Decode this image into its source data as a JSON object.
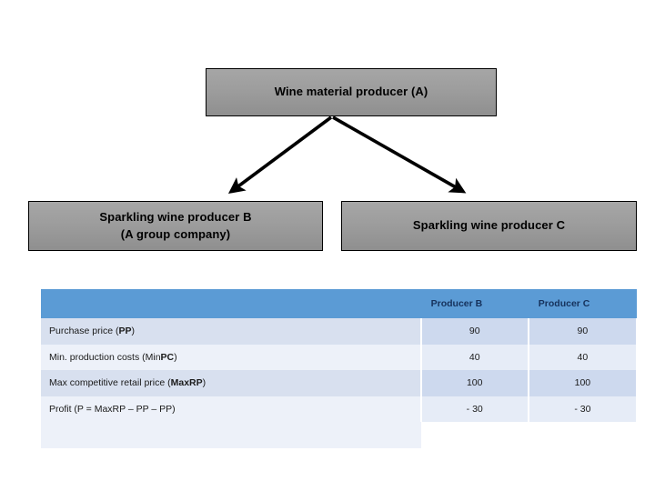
{
  "diagram": {
    "boxes": [
      {
        "id": "a",
        "label": "Wine material producer (A)"
      },
      {
        "id": "b",
        "label": "Sparkling wine producer  B\n(A group company)"
      },
      {
        "id": "c",
        "label": "Sparkling wine producer C"
      }
    ],
    "arrows": [
      {
        "name": "arrow-a-to-b",
        "from": "a",
        "to": "b"
      },
      {
        "name": "arrow-a-to-c",
        "from": "a",
        "to": "c"
      }
    ],
    "box_fill": "#9d9d9d",
    "box_border": "#000000",
    "arrow_color": "#000000"
  },
  "table": {
    "columns": [
      "",
      "Producer B",
      "Producer C"
    ],
    "rows": [
      {
        "label_plain": "Purchase price (PP)",
        "label_prefix": "Purchase price (",
        "label_bold": "PP",
        "label_suffix": ")",
        "producer_b": "90",
        "producer_c": "90",
        "negative": false
      },
      {
        "label_plain": "Min. production costs (MinPC)",
        "label_prefix": "Min. production costs (Min",
        "label_bold": "PC",
        "label_suffix": ")",
        "producer_b": "40",
        "producer_c": "40",
        "negative": false
      },
      {
        "label_plain": "Max competitive retail price (MaxRP)",
        "label_prefix": "Max competitive retail price (",
        "label_bold": "MaxRP",
        "label_suffix": ")",
        "producer_b": "100",
        "producer_c": "100",
        "negative": false
      },
      {
        "label_plain": "Profit (P = MaxRP – PP – PP)",
        "label_prefix": "Profit (P = MaxRP – PP – PP)",
        "label_bold": "",
        "label_suffix": "",
        "producer_b": "- 30",
        "producer_c": "- 30",
        "negative": true
      }
    ],
    "header_color": "#5b9bd5",
    "row_color_odd": "#d8e0ef",
    "row_color_even": "#edf1f9",
    "negative_color": "#c00000"
  }
}
